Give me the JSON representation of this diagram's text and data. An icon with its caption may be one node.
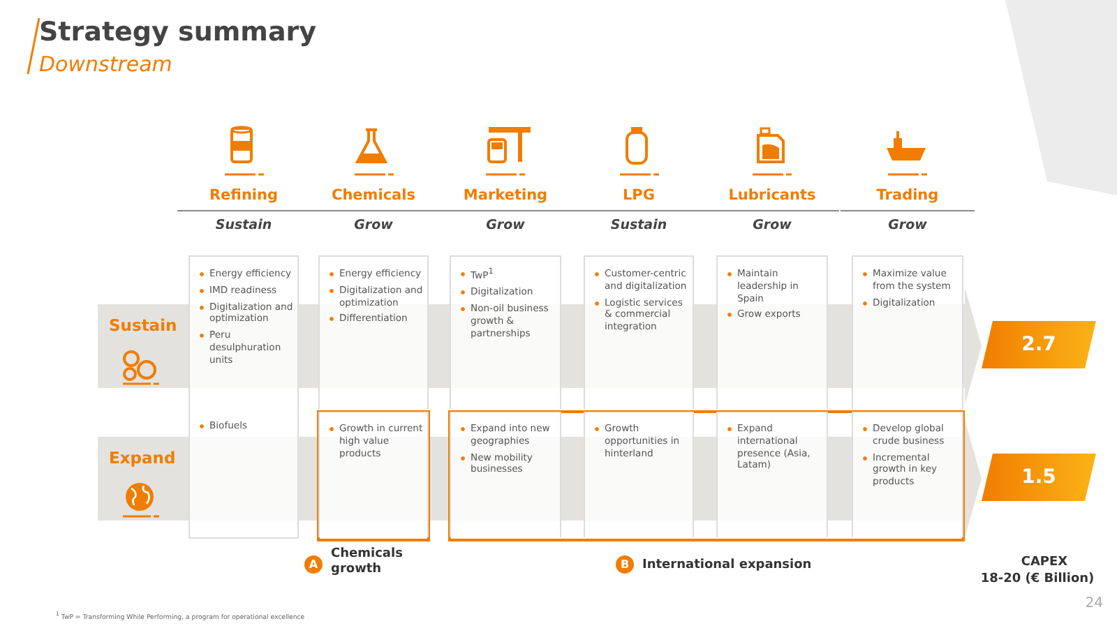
{
  "diagram": {
    "title": "Strategy summary",
    "nodes": [
      {
        "text": [
          "Energy efficiency",
          "IMD readiness",
          "Digitalization and optimization",
          "Peru desulphuration units"
        ]
      },
      {
        "text": [
          "Energy efficiency",
          "Digitalization and optimization",
          "Differentiation"
        ]
      },
      {
        "text": [
          "TwP$^{1}$",
          "Digitalization",
          "Non-oil business growth & partnerships"
        ]
      },
      {
        "text": [
          "Customer-centric and digitalization",
          "Logistic services & commercial integration"
        ]
      },
      {
        "text": [
          "Maintain leadership in Spain",
          "Grow exports"
        ]
      },
      {
        "text": [
          "Maximize value from the system",
          "Digitalization"
        ]
      },
      {
        "text": [
          "Biofuels"
        ]
      },
      {
        "text": [],
        "shape": "box"
      },
      {
        "text": [
          "Growth in current high value products"
        ],
        "in": 7
      },
      {
        "text": [],
        "shape": "box"
      },
      {
        "text": [
          "Expand into new geographies",
          "New mobility businesses"
        ],
        "in": 9
      },
      {
        "text": [
          "Growth opportunities in hinterland"
        ],
        "in": 9
      },
      {
        "text": [
          "Expand international presence (Asia, Latam)"
        ],
        "in": 9
      },
      {
        "text": [
          "Develop global crude business",
          "Incremental growth in key products"
        ],
        "in": 9
      },
      {
        "text": [
          "Sustain"
        ]
      },
      {
        "text": [
          "Expand"
        ]
      },
      {
        "text": [
          "2.7"
        ]
      },
      {
        "text": [
          "1.5"
        ]
      },
      {
        "text": [
          "A"
        ],
        "beside": [
          "Chemicals growth"
        ]
      },
      {
        "text": [
          "B"
        ],
        "beside": [
          "International expansion"
        ]
      }
    ],
    "edges": [
      {
        "from": 14,
        "to": 16,
        "arrow": "to",
        "style": "thick"
      },
      {
        "from": 15,
        "to": 17,
        "arrow": "to",
        "style": "thick"
      }
    ],
    "labels": [
      "Downstream",
      "Refining",
      "Sustain",
      "Chemicals",
      "Grow",
      "Marketing",
      "Grow",
      "LPG",
      "Sustain",
      "Lubricants",
      "Grow",
      "Trading",
      "Grow",
      "CAPEX",
      "18-20 (€ Billion)",
      "$^{1}$ TwP = Transforming While Performing, a program for operational excellence",
      "24"
    ]
  }
}
